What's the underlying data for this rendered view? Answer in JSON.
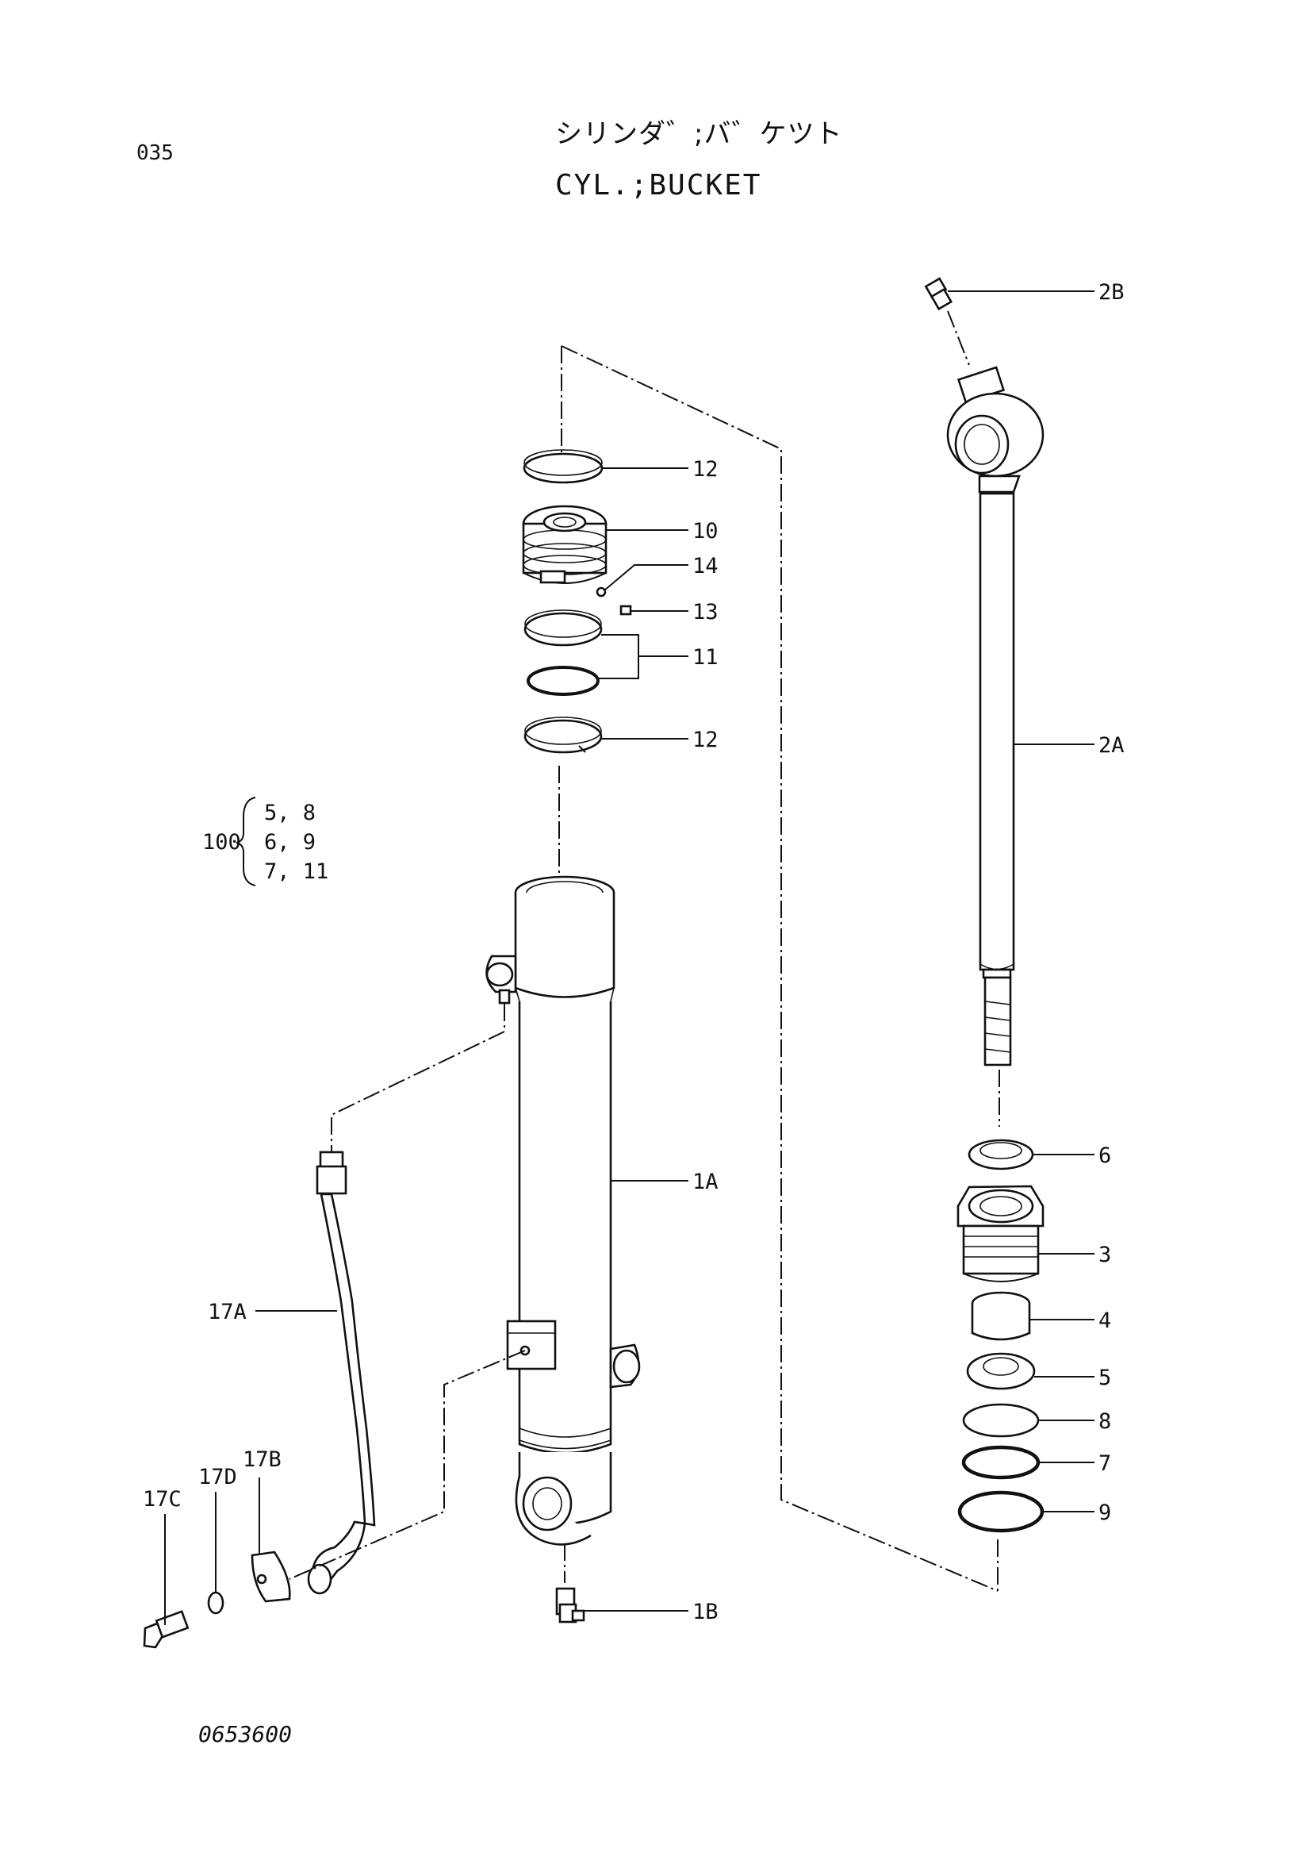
{
  "page_number": "035",
  "title_jp": "シリンダ゛;バ゛ケツト",
  "title_en": "CYL.;BUCKET",
  "drawing_number": "0653600",
  "callouts": {
    "2B": "2B",
    "12_top": "12",
    "10": "10",
    "14": "14",
    "13": "13",
    "11": "11",
    "12_bottom": "12",
    "2A": "2A",
    "1A": "1A",
    "6": "6",
    "3": "3",
    "4": "4",
    "5": "5",
    "8": "8",
    "7": "7",
    "9": "9",
    "1B": "1B",
    "17A": "17A",
    "17B": "17B",
    "17C": "17C",
    "17D": "17D"
  },
  "kit": {
    "label": "100",
    "rows": [
      "5,  8",
      "6,  9",
      "7,  11"
    ]
  }
}
